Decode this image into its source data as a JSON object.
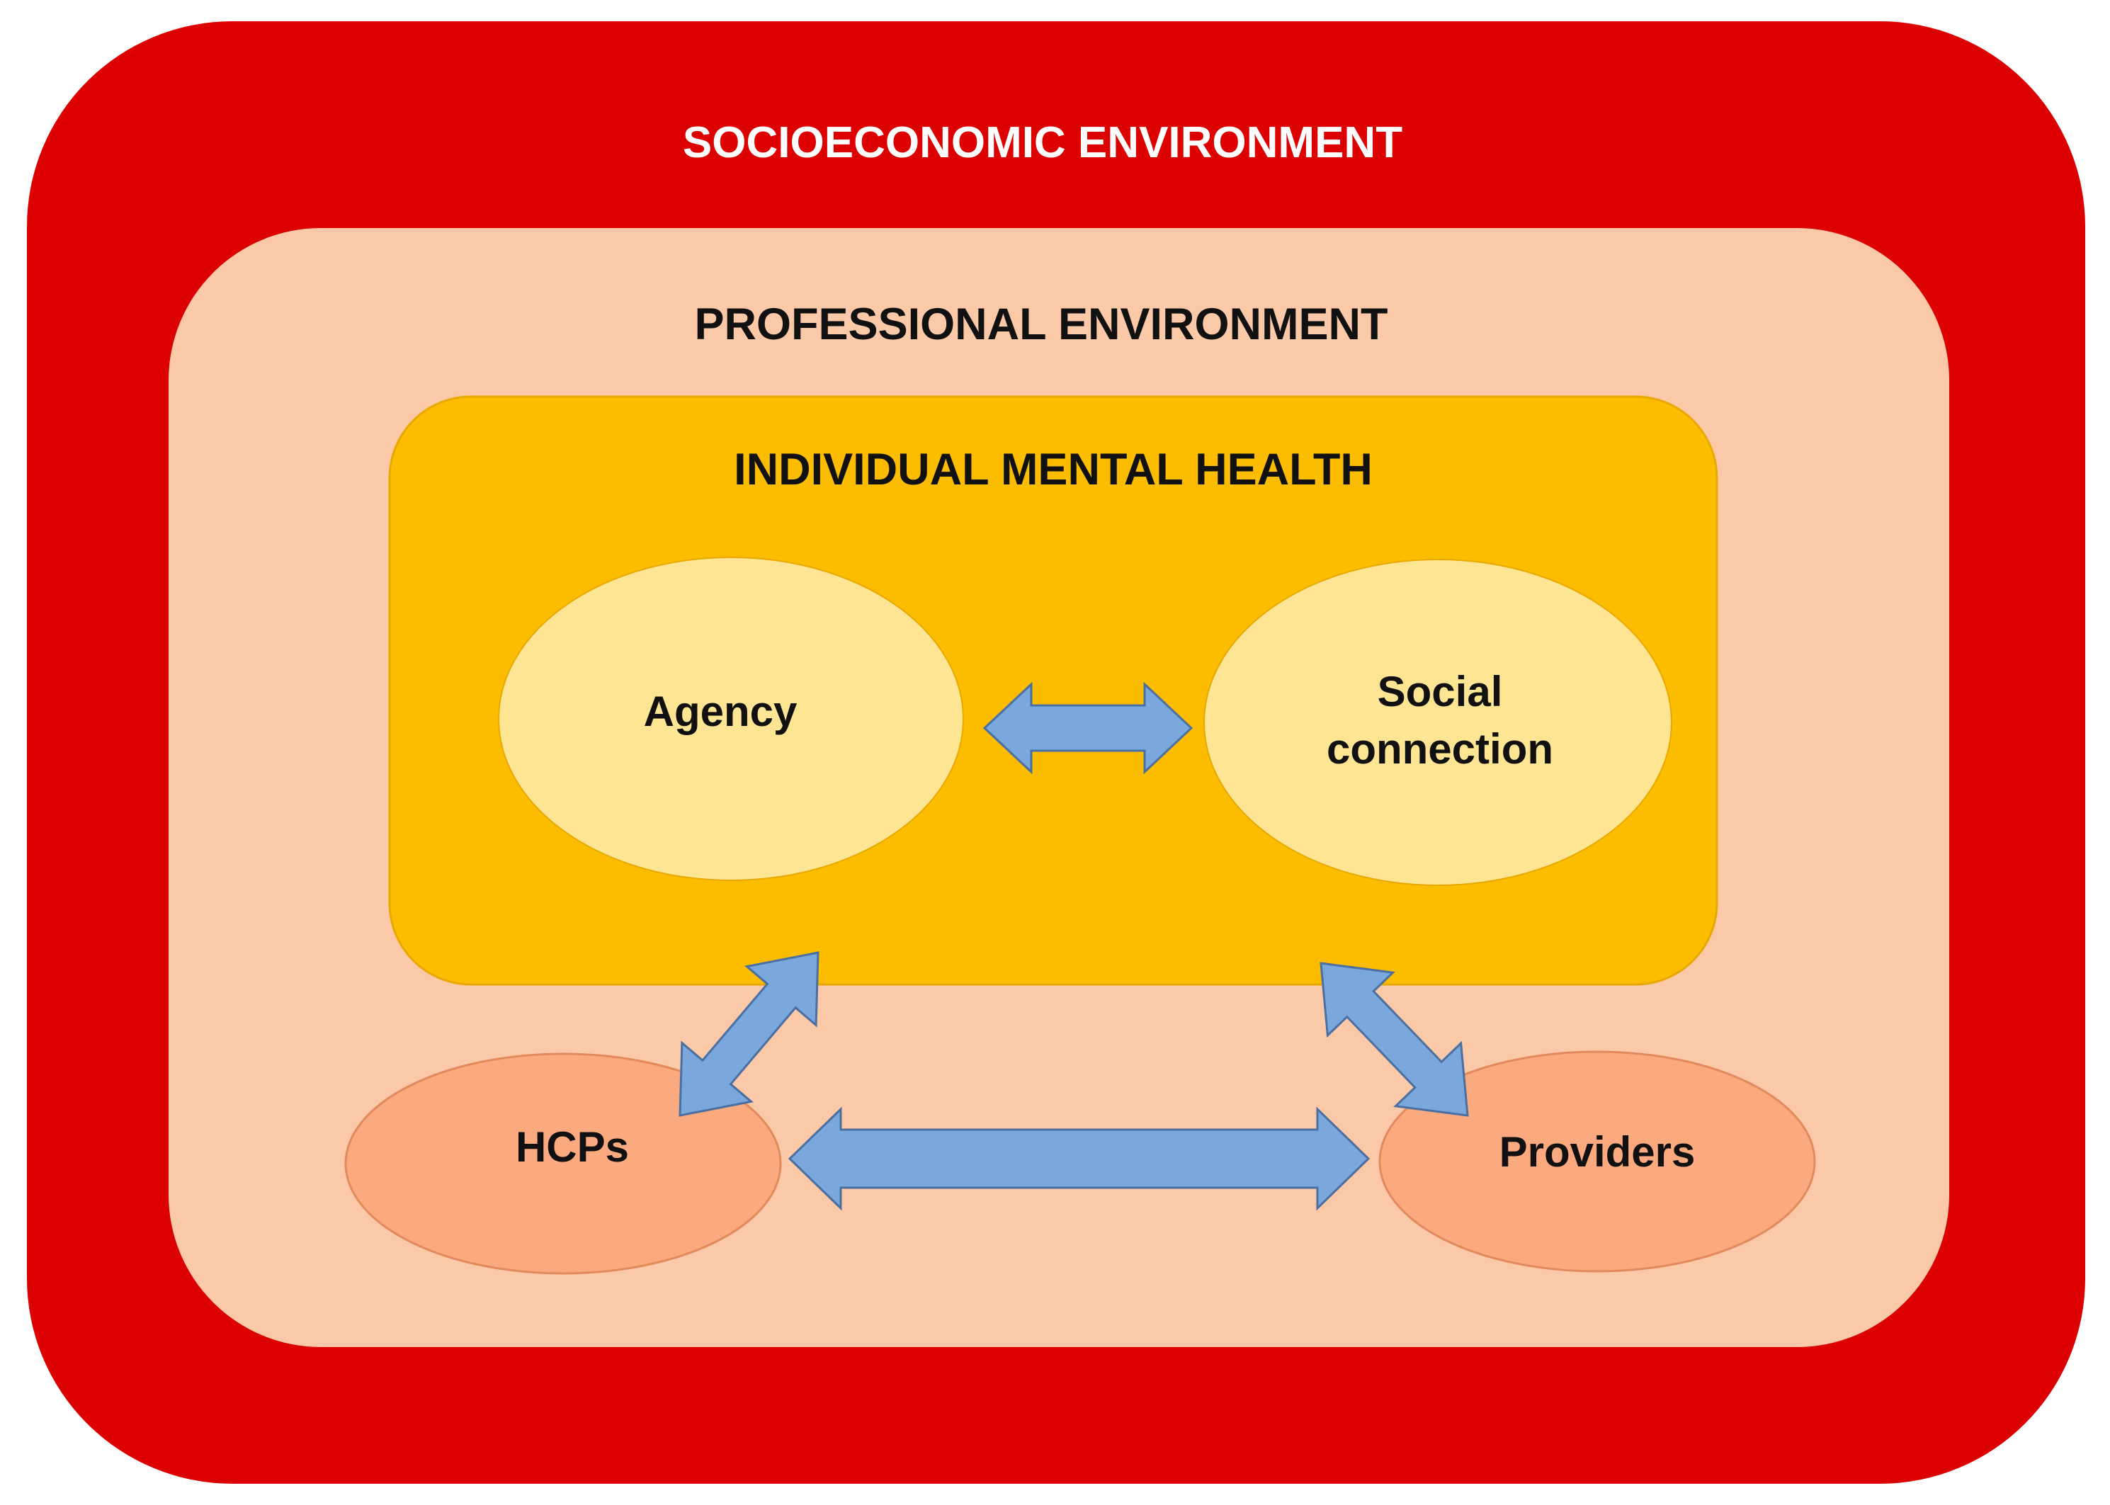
{
  "colors": {
    "socioeconomic_fill": "#dc0000",
    "socioeconomic_text": "#ffffff",
    "professional_fill": "#fcc9a8",
    "individual_fill": "#fcbd00",
    "individual_stroke": "#e8a800",
    "core_circle_fill": "#fde594",
    "actor_circle_fill": "#fbaa7f",
    "actor_circle_stroke": "#e28a5e",
    "arrow_fill": "#7aa7dc",
    "arrow_stroke": "#4a6fa0",
    "text_dark": "#111111"
  },
  "layers": {
    "socioeconomic": {
      "label": "SOCIOECONOMIC ENVIRONMENT"
    },
    "professional": {
      "label": "PROFESSIONAL ENVIRONMENT"
    },
    "individual": {
      "label": "INDIVIDUAL MENTAL HEALTH"
    }
  },
  "nodes": {
    "agency": {
      "label": "Agency"
    },
    "social_connection": {
      "line1": "Social",
      "line2": "connection"
    },
    "hcps": {
      "label": "HCPs"
    },
    "providers": {
      "label": "Providers"
    }
  },
  "connections": [
    {
      "from": "Agency",
      "to": "Social connection",
      "type": "bidirectional"
    },
    {
      "from": "HCPs",
      "to": "Individual mental health",
      "type": "bidirectional"
    },
    {
      "from": "Providers",
      "to": "Individual mental health",
      "type": "bidirectional"
    },
    {
      "from": "HCPs",
      "to": "Providers",
      "type": "bidirectional"
    }
  ]
}
